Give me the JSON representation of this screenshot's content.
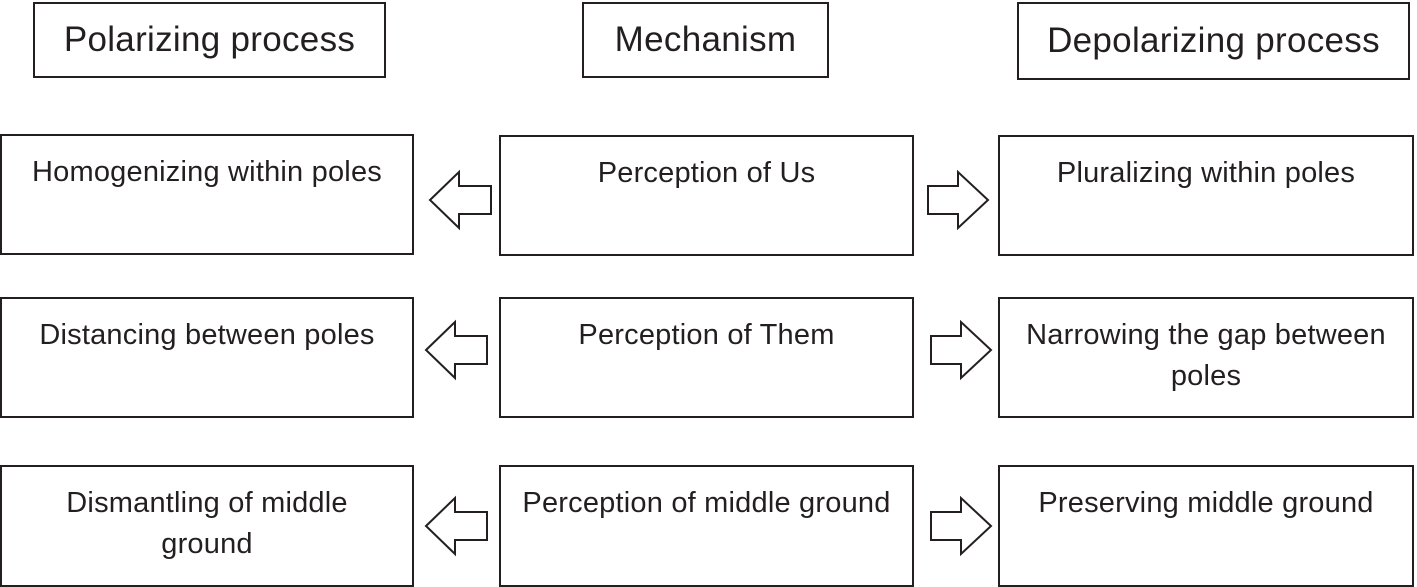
{
  "headers": {
    "polarizing": "Polarizing process",
    "mechanism": "Mechanism",
    "depolarizing": "Depolarizing process"
  },
  "rows": [
    {
      "polarizing": "Homogenizing within poles",
      "mechanism": "Perception of Us",
      "depolarizing": "Pluralizing within poles"
    },
    {
      "polarizing": "Distancing between poles",
      "mechanism": "Perception of Them",
      "depolarizing": "Narrowing the gap between poles"
    },
    {
      "polarizing": "Dismantling of middle ground",
      "mechanism": "Perception of middle ground",
      "depolarizing": "Preserving middle ground"
    }
  ],
  "arrows": {
    "left": "left-arrow-icon",
    "right": "right-arrow-icon"
  }
}
